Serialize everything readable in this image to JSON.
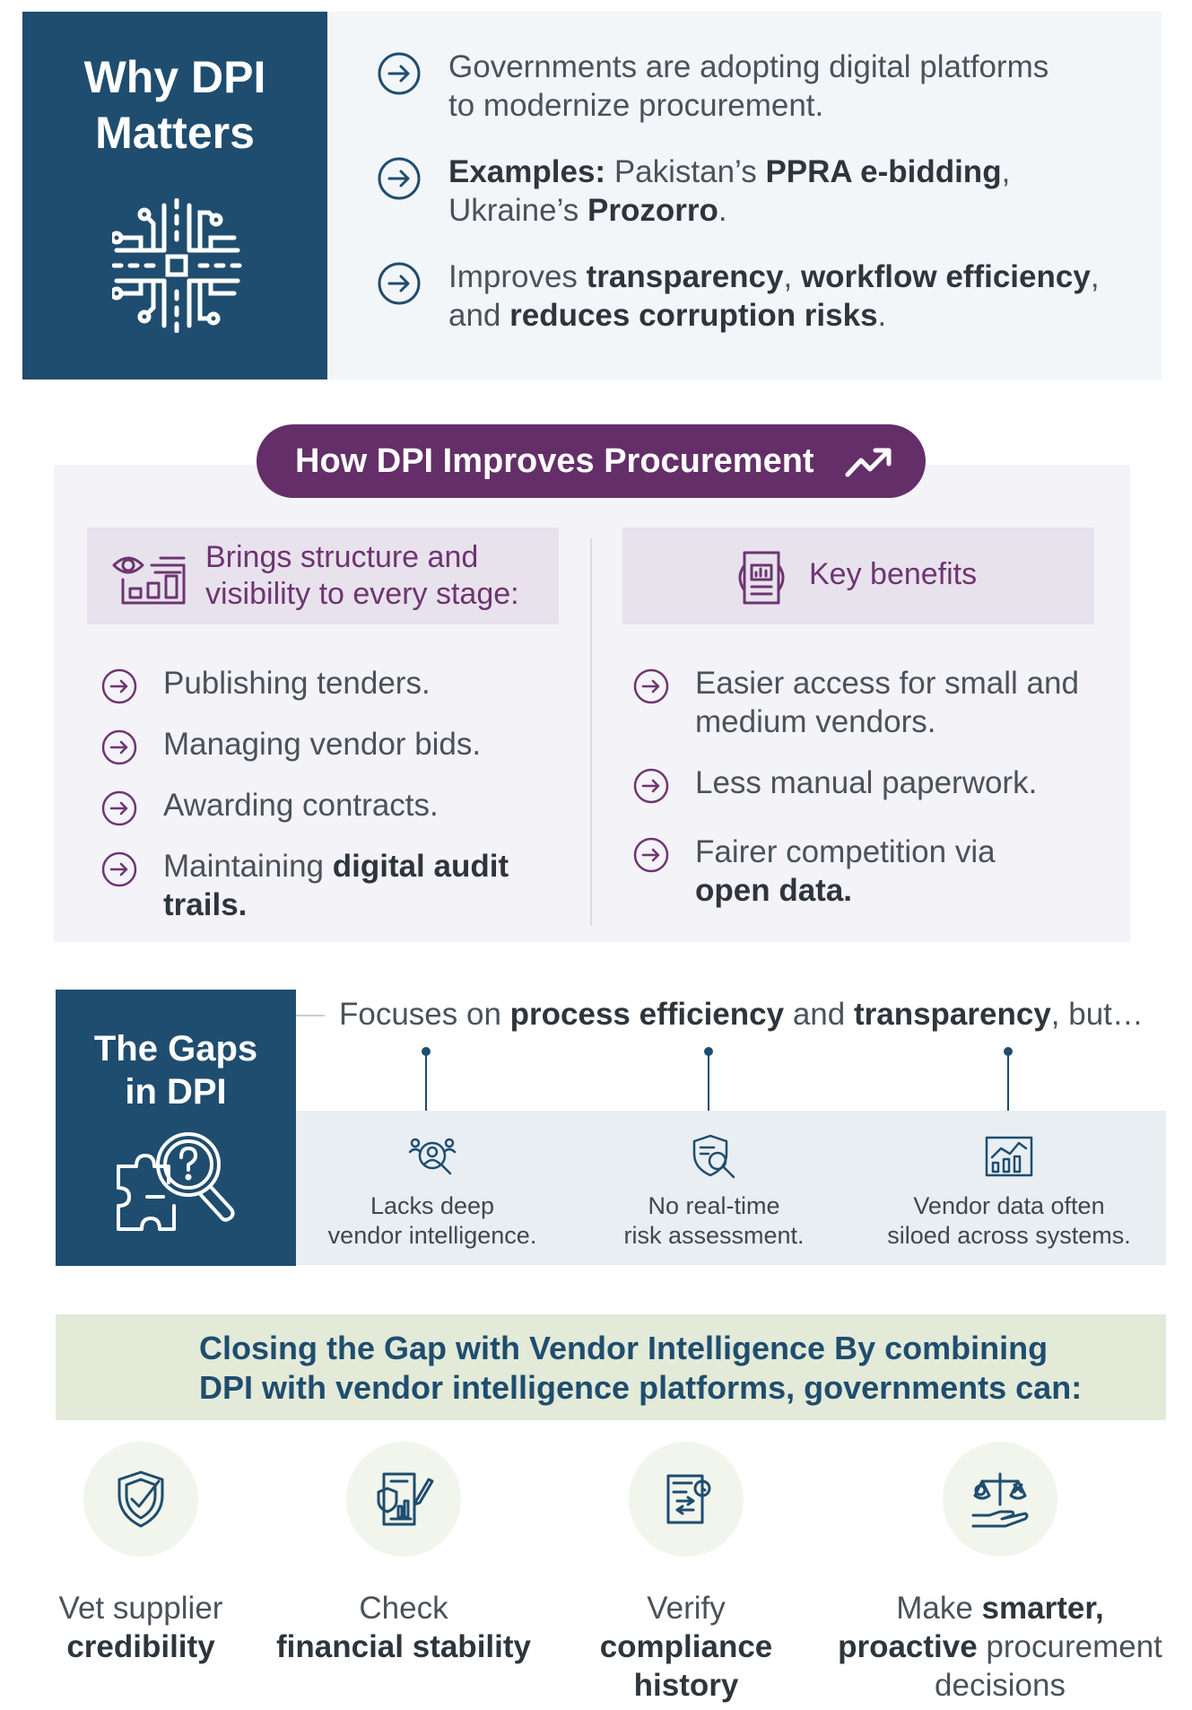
{
  "why": {
    "title_line1": "Why DPI",
    "title_line2": "Matters",
    "item1_line1": "Governments are adopting digital platforms",
    "item1_line2": "to modernize procurement.",
    "item2_examples": "Examples:",
    "item2_pre": " Pakistan’s ",
    "item2_ppra": "PPRA e-bidding",
    "item2_comma": ",",
    "item2_ukraine": "Ukraine’s ",
    "item2_prozorro": "Prozorro",
    "item2_period": ".",
    "item3_pre": "Improves ",
    "item3_transparency": "transparency",
    "item3_comma": ", ",
    "item3_workflow": "workflow efficiency",
    "item3_comma2": ",",
    "item3_and": "and ",
    "item3_reduces": "reduces corruption risks",
    "item3_period": "."
  },
  "how": {
    "pill_title": "How DPI Improves Procurement",
    "left_head_line1": "Brings structure and",
    "left_head_line2": "visibility to every stage:",
    "right_head": "Key benefits",
    "left_items": [
      "Publishing tenders.",
      "Managing vendor bids.",
      "Awarding contracts."
    ],
    "left_item4_pre": "Maintaining ",
    "left_item4_bold1": "digital audit",
    "left_item4_bold2": "trails.",
    "right_item1_line1": "Easier access for small and",
    "right_item1_line2": "medium vendors.",
    "right_item2": "Less manual paperwork.",
    "right_item3_line1": "Fairer competition via",
    "right_item3_bold": "open data."
  },
  "gaps": {
    "title_line1": "The Gaps",
    "title_line2": "in DPI",
    "focus_pre": "Focuses on ",
    "focus_bold1": "process efficiency",
    "focus_mid": " and ",
    "focus_bold2": "transparency",
    "focus_post": ", but…",
    "items": [
      {
        "line1": "Lacks deep",
        "line2": "vendor intelligence.",
        "icon": "team-search-icon"
      },
      {
        "line1": "No real-time",
        "line2": "risk assessment.",
        "icon": "shield-search-icon"
      },
      {
        "line1": "Vendor data often",
        "line2": "siloed across systems.",
        "icon": "analytics-board-icon"
      }
    ]
  },
  "closing": {
    "line1": "Closing the Gap with Vendor Intelligence By combining",
    "line2": "DPI with vendor intelligence platforms, governments can:"
  },
  "actions": {
    "a1_line1": "Vet supplier",
    "a1_line2": "credibility",
    "a2_line1": "Check",
    "a2_line2": "financial stability",
    "a3_line1": "Verify",
    "a3_line2": "compliance",
    "a3_line3": "history",
    "a4_pre": "Make ",
    "a4_bold1": "smarter,",
    "a4_bold2": "proactive",
    "a4_post": " procurement",
    "a4_line3": "decisions"
  },
  "colors": {
    "navy": "#1f4d6f",
    "purple": "#642f68",
    "light_purple": "#e8e2ed",
    "light_green": "#e3ead8"
  }
}
